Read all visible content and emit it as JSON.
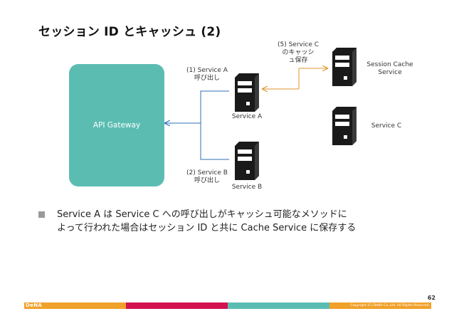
{
  "title": "セッション ID とキャッシュ (2)",
  "gateway_label": "API Gateway",
  "servers": {
    "service_a": "Service A",
    "service_b": "Service B",
    "service_c": "Service C",
    "session_cache": "Session Cache\nService"
  },
  "edge_labels": {
    "call_a": "(1) Service A\n呼び出し",
    "call_b": "(2) Service B\n呼び出し",
    "cache_store": "(5) Service C\nのキャッシ\nュ保存"
  },
  "colors": {
    "gateway": "#5bbdb2",
    "blue_arrow": "#2e6fb7",
    "orange_arrow": "#e0962d",
    "server": "#1a1a1a",
    "footer": [
      "#f0a12a",
      "#d3114e",
      "#5bbdb2",
      "#f0a12a"
    ]
  },
  "bullet": "Service A は Service C への呼び出しがキャッシュ可能なメソッドに\nよって行われた場合はセッション ID と共に Cache Service に保存する",
  "page_number": "62",
  "footer": {
    "logo": "DeNA",
    "copyright": "Copyright (C) DeNA Co.,Ltd. All Rights Reserved."
  }
}
